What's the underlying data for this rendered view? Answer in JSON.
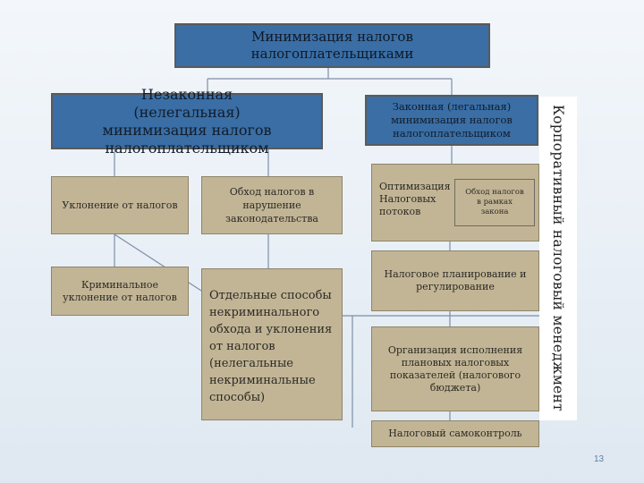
{
  "title": "Минимизация налогов налогоплательщиками",
  "illegal": {
    "header": "Незаконная (нелегальная) минимизация налогов налогоплательщиком",
    "evasion": "Уклонение от налогов",
    "circumvention": "Обход налогов в нарушение законодательства",
    "criminal_evasion": "Криминальное уклонение от налогов",
    "methods": "Отдельные способы некриминального обхода и уклонения от налогов (нелегальные некриминальные способы)"
  },
  "legal": {
    "header": "Законная (легальная) минимизация налогов налогоплательщиком",
    "optimization": "Оптимизация Налоговых потоков",
    "lawful_circumvention": "Обход налогов в рамках закона",
    "planning": "Налоговое планирование и регулирование",
    "organization": "Организация исполнения плановых налоговых показателей (налогового бюджета)",
    "self_control": "Налоговый самоконтроль"
  },
  "side_label": "Корпоративный налоговый менеджмент",
  "page_number": "13"
}
